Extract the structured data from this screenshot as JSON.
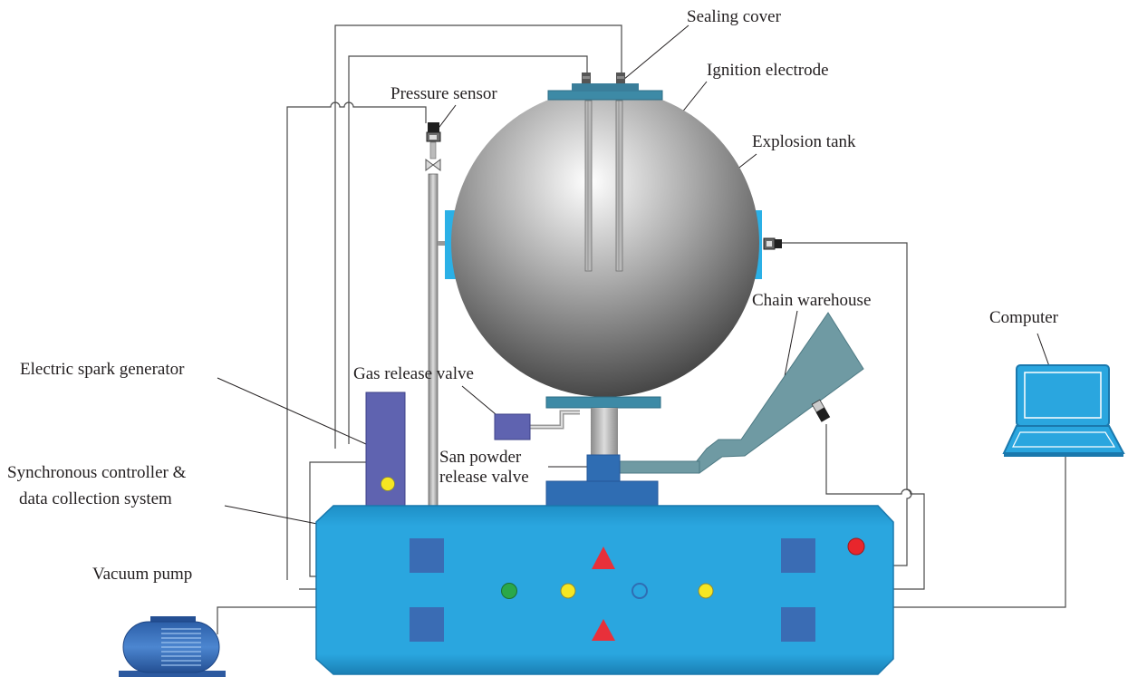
{
  "labels": {
    "sealing_cover": "Sealing cover",
    "ignition_electrode": "Ignition electrode",
    "pressure_sensor": "Pressure sensor",
    "explosion_tank": "Explosion tank",
    "chain_warehouse": "Chain warehouse",
    "computer": "Computer",
    "electric_spark_generator": "Electric spark generator",
    "gas_release_valve": "Gas release valve",
    "powder_valve_line1": "San powder",
    "powder_valve_line2": "release valve",
    "controller_line1": "Synchronous controller &",
    "controller_line2": "data collection system",
    "vacuum_pump": "Vacuum pump"
  },
  "colors": {
    "console_blue": "#2aa6df",
    "panel_square": "#3a6cb4",
    "flange_teal": "#3d8aa6",
    "side_port": "#2bb0e6",
    "warehouse_gray": "#6f9aa3",
    "spark_generator": "#5f63b0",
    "indicator_yellow": "#f6e622",
    "indicator_green": "#2aa84a",
    "indicator_red": "#e8262c",
    "triangle_red": "#e8303a"
  },
  "icons": {
    "pressure_sensor": "sensor-icon",
    "valve": "valve-icon",
    "pump": "pump-icon",
    "computer": "laptop-icon"
  }
}
